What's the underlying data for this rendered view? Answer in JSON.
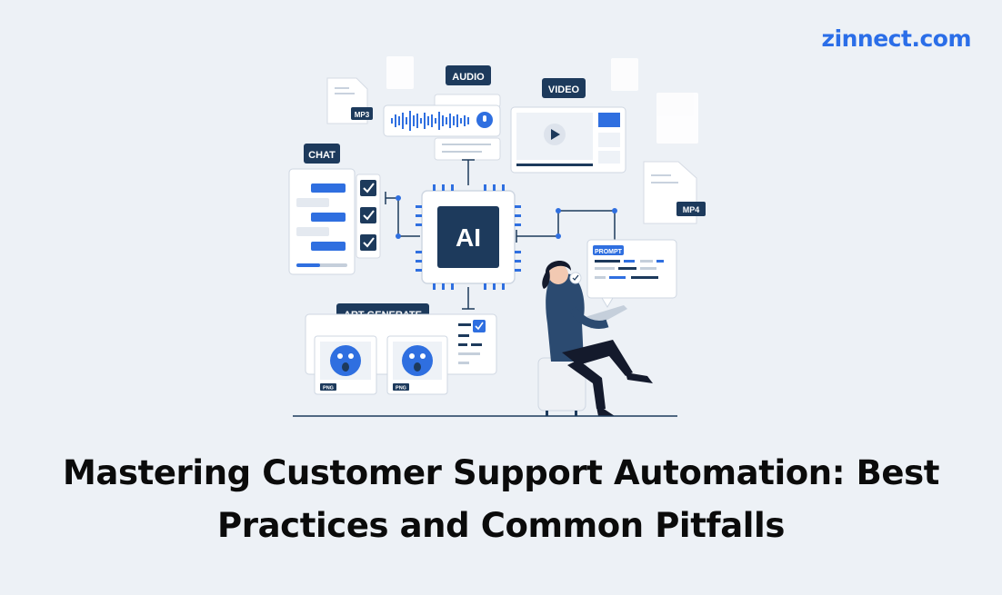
{
  "brand": {
    "logo_text": "zinnect.com"
  },
  "illustration": {
    "center_chip_label": "AI",
    "labels": {
      "audio": "AUDIO",
      "video": "VIDEO",
      "chat": "CHAT",
      "art_generate": "ART GENERATE",
      "prompt": "PROMPT"
    },
    "file_tags": {
      "mp3": "MP3",
      "mp4": "MP4",
      "png_1": "PNG",
      "png_2": "PNG"
    }
  },
  "headline": {
    "line1": "Mastering Customer Support Automation: Best",
    "line2": "Practices and Common Pitfalls"
  },
  "colors": {
    "background": "#edf1f6",
    "brand_blue": "#2b6ee8",
    "navy": "#1d3a5c",
    "accent_blue": "#2f6fe0"
  }
}
